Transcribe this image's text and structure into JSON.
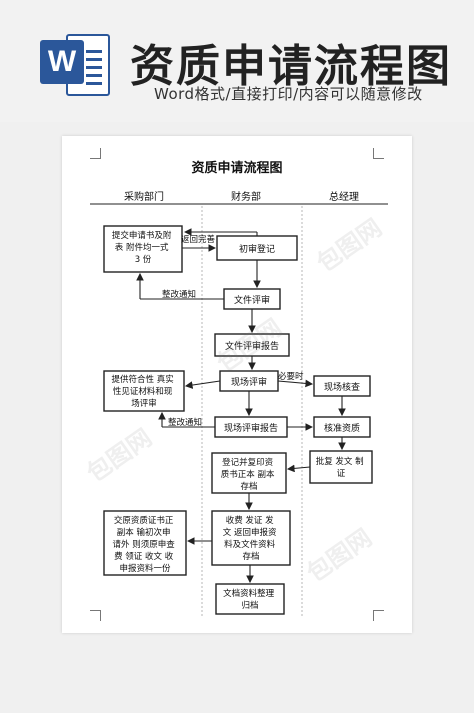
{
  "banner": {
    "logo_letter": "W",
    "title": "资质申请流程图",
    "subtitle": "Word格式/直接打印/内容可以随意修改"
  },
  "diagram": {
    "title": "资质申请流程图",
    "lanes": [
      "采购部门",
      "财务部",
      "总经理"
    ],
    "boxes": {
      "submit": [
        "提交申请书及附",
        "表  附件均一式",
        "3 份"
      ],
      "initial_reg": [
        "初审登记"
      ],
      "doc_review": [
        "文件评审"
      ],
      "doc_report": [
        "文件评审报告"
      ],
      "site_review": [
        "现场评审"
      ],
      "site_check": [
        "现场核查"
      ],
      "provide_materials": [
        "提供符合性  真实",
        "性见证材料和现",
        "场评审"
      ],
      "site_report": [
        "现场评审报告"
      ],
      "approve": [
        "核准资质"
      ],
      "issue_cert": [
        "批复  发文  制",
        "证"
      ],
      "print_cert": [
        "登记并复印资",
        "质书正本  副本",
        "存档"
      ],
      "collect_fee": [
        "收费  发证  发",
        "文  返回申报资",
        "料及文件资料",
        "存档"
      ],
      "hand_over": [
        "交原资质证书正",
        "副本    输初次申",
        "请外  则须原申查",
        "费  领证  收文  收",
        "申报资料一份"
      ],
      "archive": [
        "文档资料整理",
        "归档"
      ]
    },
    "labels": {
      "return_complete": "返回完善",
      "rectify_1": "整改通知",
      "rectify_2": "整改通知",
      "if_needed": "必要时"
    }
  },
  "watermark": "包图网"
}
